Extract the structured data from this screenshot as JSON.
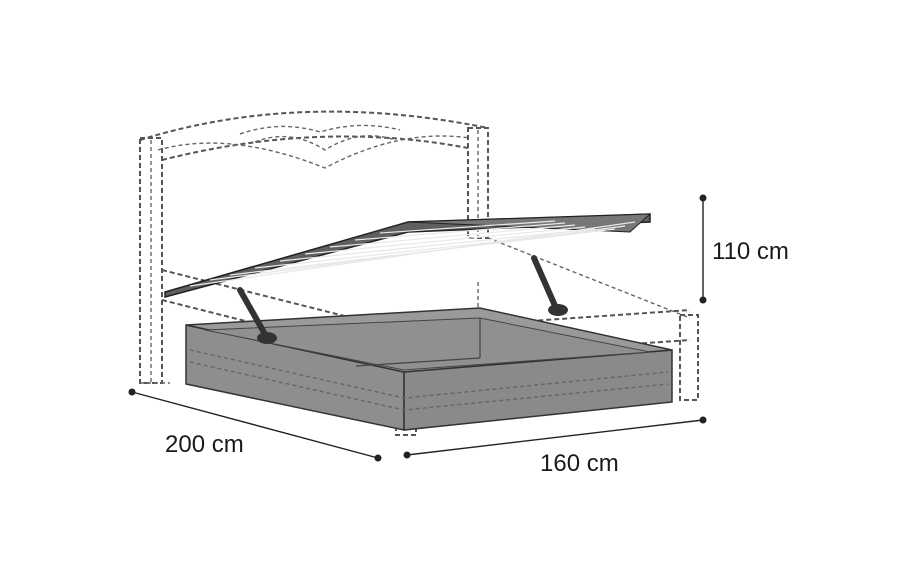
{
  "dimensions": {
    "length": "200 cm",
    "width": "160 cm",
    "height": "110 cm"
  },
  "colors": {
    "base_fill": "#8e8e8e",
    "platform_fill": "#6f6f6f",
    "outline": "#555555",
    "text": "#1a1a1a"
  }
}
